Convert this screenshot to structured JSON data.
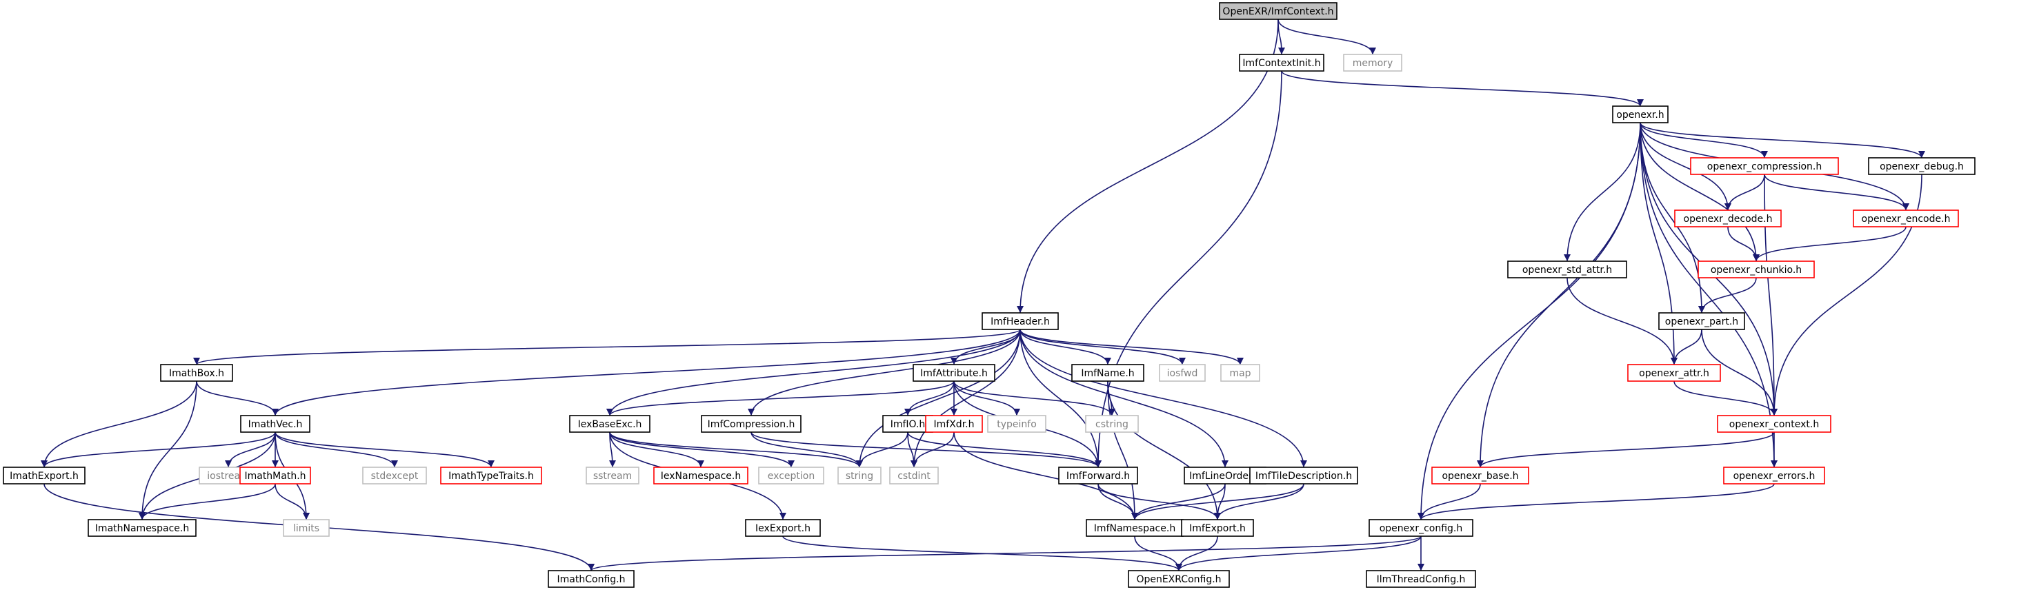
{
  "colors": {
    "edge": "#191970",
    "normal_border": "#000000",
    "missing_border": "#ff0000",
    "system_border": "#bfbfbf",
    "system_text": "#808080",
    "root_fill": "#bfbfbf",
    "text": "#000000"
  },
  "nodes": {
    "root": {
      "label": "OpenEXR/ImfContext.h",
      "kind": "root"
    },
    "ctxinit": {
      "label": "ImfContextInit.h",
      "kind": "normal"
    },
    "memory": {
      "label": "memory",
      "kind": "system"
    },
    "openexr": {
      "label": "openexr.h",
      "kind": "normal"
    },
    "compression": {
      "label": "openexr_compression.h",
      "kind": "missing"
    },
    "debug": {
      "label": "openexr_debug.h",
      "kind": "normal"
    },
    "decode": {
      "label": "openexr_decode.h",
      "kind": "missing"
    },
    "encode": {
      "label": "openexr_encode.h",
      "kind": "missing"
    },
    "chunkio": {
      "label": "openexr_chunkio.h",
      "kind": "missing"
    },
    "stdattr": {
      "label": "openexr_std_attr.h",
      "kind": "normal"
    },
    "part": {
      "label": "openexr_part.h",
      "kind": "normal"
    },
    "attr": {
      "label": "openexr_attr.h",
      "kind": "missing"
    },
    "context": {
      "label": "openexr_context.h",
      "kind": "missing"
    },
    "base": {
      "label": "openexr_base.h",
      "kind": "missing"
    },
    "errors": {
      "label": "openexr_errors.h",
      "kind": "missing"
    },
    "config": {
      "label": "openexr_config.h",
      "kind": "normal"
    },
    "ilmthread": {
      "label": "IlmThreadConfig.h",
      "kind": "normal"
    },
    "header": {
      "label": "ImfHeader.h",
      "kind": "normal"
    },
    "box": {
      "label": "ImathBox.h",
      "kind": "normal"
    },
    "vec": {
      "label": "ImathVec.h",
      "kind": "normal"
    },
    "iexport": {
      "label": "ImathExport.h",
      "kind": "normal"
    },
    "iostream": {
      "label": "iostream",
      "kind": "system"
    },
    "imathmath": {
      "label": "ImathMath.h",
      "kind": "missing"
    },
    "stdexcept": {
      "label": "stdexcept",
      "kind": "system"
    },
    "typetraits": {
      "label": "ImathTypeTraits.h",
      "kind": "missing"
    },
    "inamespace": {
      "label": "ImathNamespace.h",
      "kind": "normal"
    },
    "limits": {
      "label": "limits",
      "kind": "system"
    },
    "iconfig": {
      "label": "ImathConfig.h",
      "kind": "normal"
    },
    "iexbase": {
      "label": "IexBaseExc.h",
      "kind": "normal"
    },
    "sstream": {
      "label": "sstream",
      "kind": "system"
    },
    "iexns": {
      "label": "IexNamespace.h",
      "kind": "missing"
    },
    "exception": {
      "label": "exception",
      "kind": "system"
    },
    "iexexport": {
      "label": "IexExport.h",
      "kind": "normal"
    },
    "string": {
      "label": "string",
      "kind": "system"
    },
    "imfattr": {
      "label": "ImfAttribute.h",
      "kind": "normal"
    },
    "imfcomp": {
      "label": "ImfCompression.h",
      "kind": "normal"
    },
    "imfio": {
      "label": "ImfIO.h",
      "kind": "normal"
    },
    "imfxdr": {
      "label": "ImfXdr.h",
      "kind": "missing"
    },
    "typeinfo": {
      "label": "typeinfo",
      "kind": "system"
    },
    "cstring": {
      "label": "cstring",
      "kind": "system"
    },
    "cstdint": {
      "label": "cstdint",
      "kind": "system"
    },
    "imfforward": {
      "label": "ImfForward.h",
      "kind": "normal"
    },
    "imfname": {
      "label": "ImfName.h",
      "kind": "normal"
    },
    "iosfwd": {
      "label": "iosfwd",
      "kind": "system"
    },
    "map": {
      "label": "map",
      "kind": "system"
    },
    "lineorder": {
      "label": "ImfLineOrder.h",
      "kind": "normal"
    },
    "tiledesc": {
      "label": "ImfTileDescription.h",
      "kind": "normal"
    },
    "imfns": {
      "label": "ImfNamespace.h",
      "kind": "normal"
    },
    "imfexport": {
      "label": "ImfExport.h",
      "kind": "normal"
    },
    "exrconfig": {
      "label": "OpenEXRConfig.h",
      "kind": "normal"
    }
  },
  "edges": [
    [
      "root",
      "ctxinit"
    ],
    [
      "root",
      "memory"
    ],
    [
      "root",
      "header"
    ],
    [
      "ctxinit",
      "openexr"
    ],
    [
      "ctxinit",
      "imfforward"
    ],
    [
      "openexr",
      "compression"
    ],
    [
      "openexr",
      "debug"
    ],
    [
      "openexr",
      "decode"
    ],
    [
      "openexr",
      "encode"
    ],
    [
      "openexr",
      "chunkio"
    ],
    [
      "openexr",
      "stdattr"
    ],
    [
      "openexr",
      "part"
    ],
    [
      "openexr",
      "attr"
    ],
    [
      "openexr",
      "context"
    ],
    [
      "openexr",
      "base"
    ],
    [
      "openexr",
      "errors"
    ],
    [
      "openexr",
      "config"
    ],
    [
      "compression",
      "decode"
    ],
    [
      "compression",
      "encode"
    ],
    [
      "compression",
      "context"
    ],
    [
      "decode",
      "chunkio"
    ],
    [
      "encode",
      "chunkio"
    ],
    [
      "chunkio",
      "part"
    ],
    [
      "stdattr",
      "attr"
    ],
    [
      "part",
      "attr"
    ],
    [
      "part",
      "context"
    ],
    [
      "attr",
      "context"
    ],
    [
      "debug",
      "context"
    ],
    [
      "context",
      "base"
    ],
    [
      "context",
      "errors"
    ],
    [
      "base",
      "config"
    ],
    [
      "errors",
      "config"
    ],
    [
      "config",
      "ilmthread"
    ],
    [
      "config",
      "exrconfig"
    ],
    [
      "config",
      "iconfig"
    ],
    [
      "header",
      "box"
    ],
    [
      "header",
      "vec"
    ],
    [
      "header",
      "iexbase"
    ],
    [
      "header",
      "string"
    ],
    [
      "header",
      "imfcomp"
    ],
    [
      "header",
      "cstdint"
    ],
    [
      "header",
      "imfattr"
    ],
    [
      "header",
      "imfforward"
    ],
    [
      "header",
      "imfname"
    ],
    [
      "header",
      "iosfwd"
    ],
    [
      "header",
      "map"
    ],
    [
      "header",
      "lineorder"
    ],
    [
      "header",
      "tiledesc"
    ],
    [
      "box",
      "vec"
    ],
    [
      "box",
      "iexport"
    ],
    [
      "box",
      "inamespace"
    ],
    [
      "vec",
      "iexport"
    ],
    [
      "vec",
      "iostream"
    ],
    [
      "vec",
      "imathmath"
    ],
    [
      "vec",
      "stdexcept"
    ],
    [
      "vec",
      "typetraits"
    ],
    [
      "vec",
      "inamespace"
    ],
    [
      "vec",
      "limits"
    ],
    [
      "imathmath",
      "inamespace"
    ],
    [
      "imathmath",
      "limits"
    ],
    [
      "iexport",
      "iconfig"
    ],
    [
      "iexbase",
      "sstream"
    ],
    [
      "iexbase",
      "iexns"
    ],
    [
      "iexbase",
      "exception"
    ],
    [
      "iexbase",
      "string"
    ],
    [
      "iexbase",
      "iexexport"
    ],
    [
      "iexexport",
      "exrconfig"
    ],
    [
      "imfattr",
      "iexbase"
    ],
    [
      "imfattr",
      "imfio"
    ],
    [
      "imfattr",
      "imfxdr"
    ],
    [
      "imfattr",
      "typeinfo"
    ],
    [
      "imfattr",
      "cstring"
    ],
    [
      "imfattr",
      "imfforward"
    ],
    [
      "imfcomp",
      "string"
    ],
    [
      "imfcomp",
      "imfforward"
    ],
    [
      "imfio",
      "string"
    ],
    [
      "imfio",
      "cstdint"
    ],
    [
      "imfio",
      "imfforward"
    ],
    [
      "imfxdr",
      "cstdint"
    ],
    [
      "imfxdr",
      "imfns"
    ],
    [
      "imfname",
      "cstring"
    ],
    [
      "imfname",
      "imfns"
    ],
    [
      "imfname",
      "imfexport"
    ],
    [
      "imfforward",
      "imfns"
    ],
    [
      "imfforward",
      "imfexport"
    ],
    [
      "lineorder",
      "imfns"
    ],
    [
      "lineorder",
      "imfexport"
    ],
    [
      "tiledesc",
      "imfns"
    ],
    [
      "tiledesc",
      "imfexport"
    ],
    [
      "imfns",
      "exrconfig"
    ],
    [
      "imfexport",
      "exrconfig"
    ]
  ]
}
